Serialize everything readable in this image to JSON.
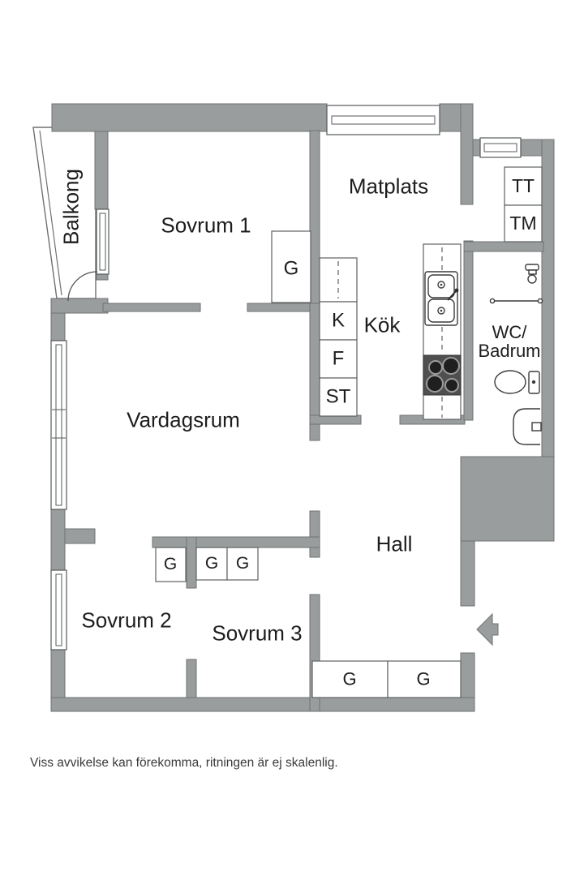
{
  "labels": {
    "balkong": "Balkong",
    "sovrum1": "Sovrum 1",
    "matplats": "Matplats",
    "kok": "Kök",
    "wc_line1": "WC/",
    "wc_line2": "Badrum",
    "vardagsrum": "Vardagsrum",
    "hall": "Hall",
    "sovrum2": "Sovrum 2",
    "sovrum3": "Sovrum 3"
  },
  "units": {
    "tt": "TT",
    "tm": "TM",
    "kyl": "K",
    "frys": "F",
    "stad": "ST",
    "garderob": "G"
  },
  "footer": {
    "disclaimer": "Viss avvikelse kan förekomma, ritningen är ej skalenlig."
  },
  "colors": {
    "wall": "#9a9d9d",
    "wall_outline": "#6f7272",
    "fixture": "#4a4a4a",
    "text": "#1d1d1d"
  }
}
